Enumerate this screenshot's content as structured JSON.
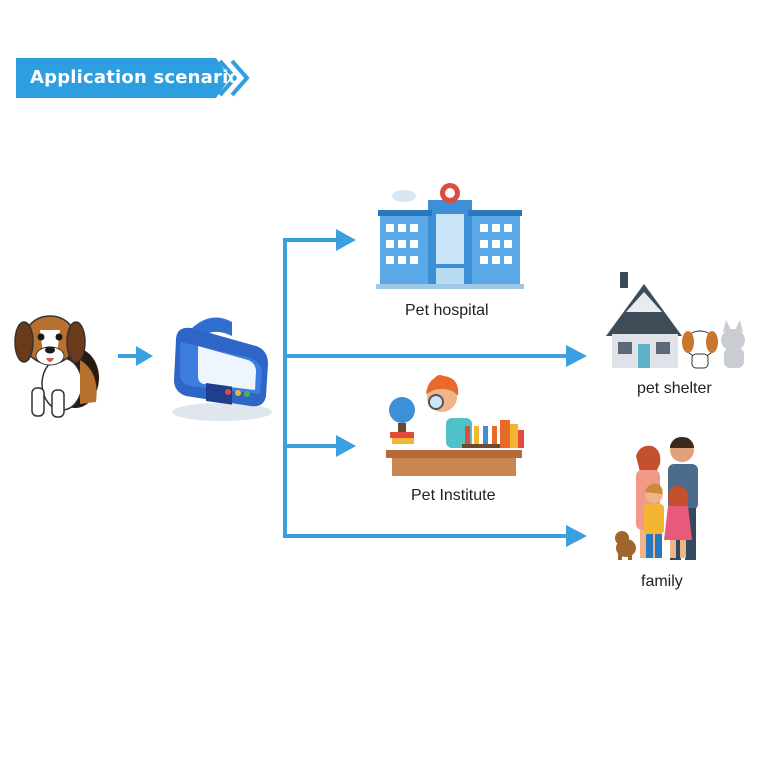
{
  "banner": {
    "title": "Application scenario"
  },
  "source_icon": "beagle-dog-icon",
  "device_icon": "pet-monitor-device-icon",
  "destinations": [
    {
      "label": "Pet hospital",
      "icon": "hospital-building-icon"
    },
    {
      "label": "pet shelter",
      "icon": "house-with-pets-icon"
    },
    {
      "label": "Pet Institute",
      "icon": "researcher-lab-icon"
    },
    {
      "label": "family",
      "icon": "family-group-icon"
    }
  ],
  "colors": {
    "accent": "#2f9be0",
    "banner": "#2d9ee0",
    "arrow": "#3aa0df"
  }
}
